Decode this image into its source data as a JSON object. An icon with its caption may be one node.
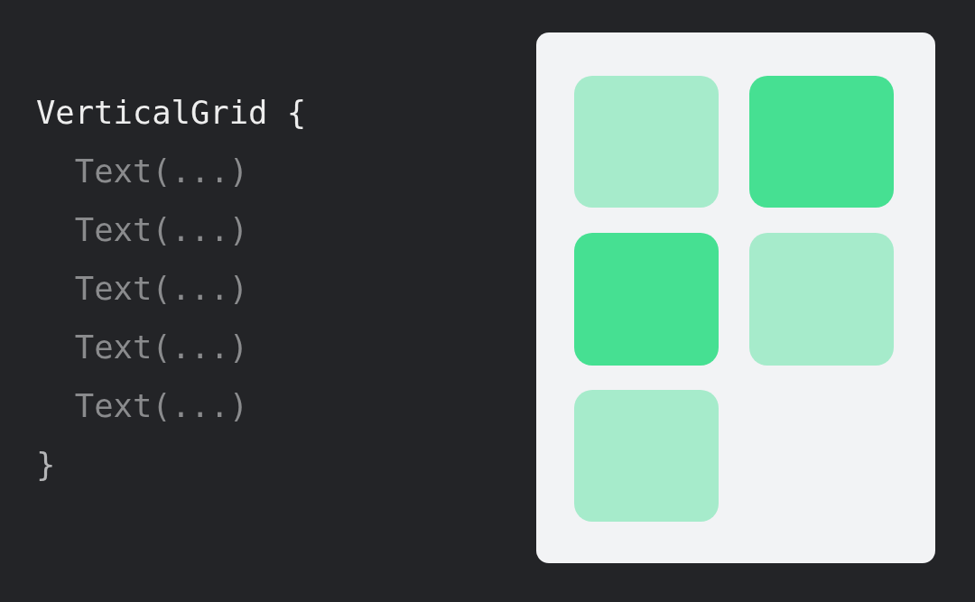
{
  "diagram": {
    "labels": [
      "VerticalGrid {",
      "Text(...)",
      "Text(...)",
      "Text(...)",
      "Text(...)",
      "Text(...)",
      "}"
    ]
  }
}
